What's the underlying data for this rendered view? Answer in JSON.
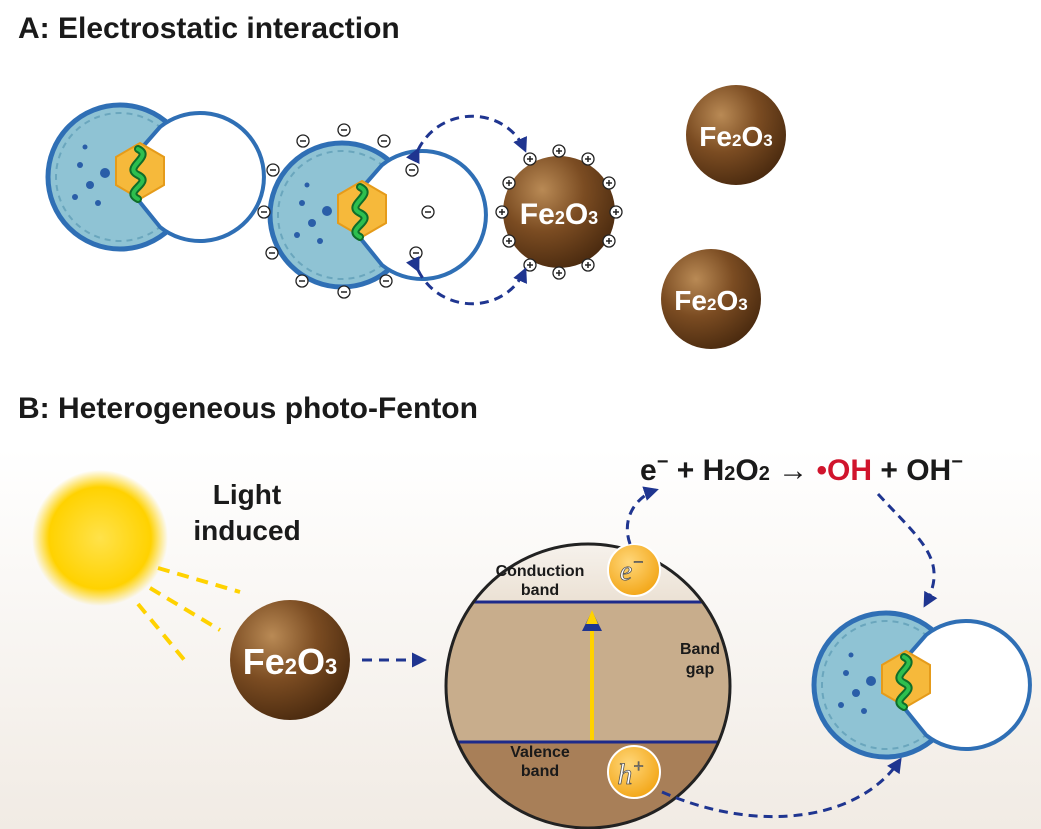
{
  "panel_a": {
    "title": "A: Electrostatic interaction",
    "particle_label_main": "Fe",
    "particle_label_sub1": "2",
    "particle_label_mid": "O",
    "particle_label_sub2": "3"
  },
  "panel_b": {
    "title": "B: Heterogeneous photo-Fenton",
    "light_line1": "Light",
    "light_line2": "induced",
    "equation": {
      "part1": "e",
      "part1_sup": "−",
      "part2": " + H",
      "h_sub": "2",
      "o": "O",
      "o_sub": "2",
      "arrow": " → ",
      "radical": "•OH",
      "part3": " + OH",
      "part3_sup": "−"
    },
    "conduction_line1": "Conduction",
    "conduction_line2": "band",
    "band_gap_line1": "Band",
    "band_gap_line2": "gap",
    "valence_line1": "Valence",
    "valence_line2": "band",
    "electron_label": "e",
    "electron_sup": "−",
    "hole_label": "h",
    "hole_sup": "+"
  },
  "colors": {
    "fe2o3_dark": "#5a3514",
    "fe2o3_mid": "#8a5a2b",
    "shell_blue": "#2f6fb5",
    "cell_fill": "#8fc3d4",
    "core_yellow": "#f6b93b",
    "dna_green": "#1f9a3a",
    "arrow_navy": "#1f3590",
    "radical_red": "#d0142c",
    "sun_yellow": "#ffd200"
  }
}
